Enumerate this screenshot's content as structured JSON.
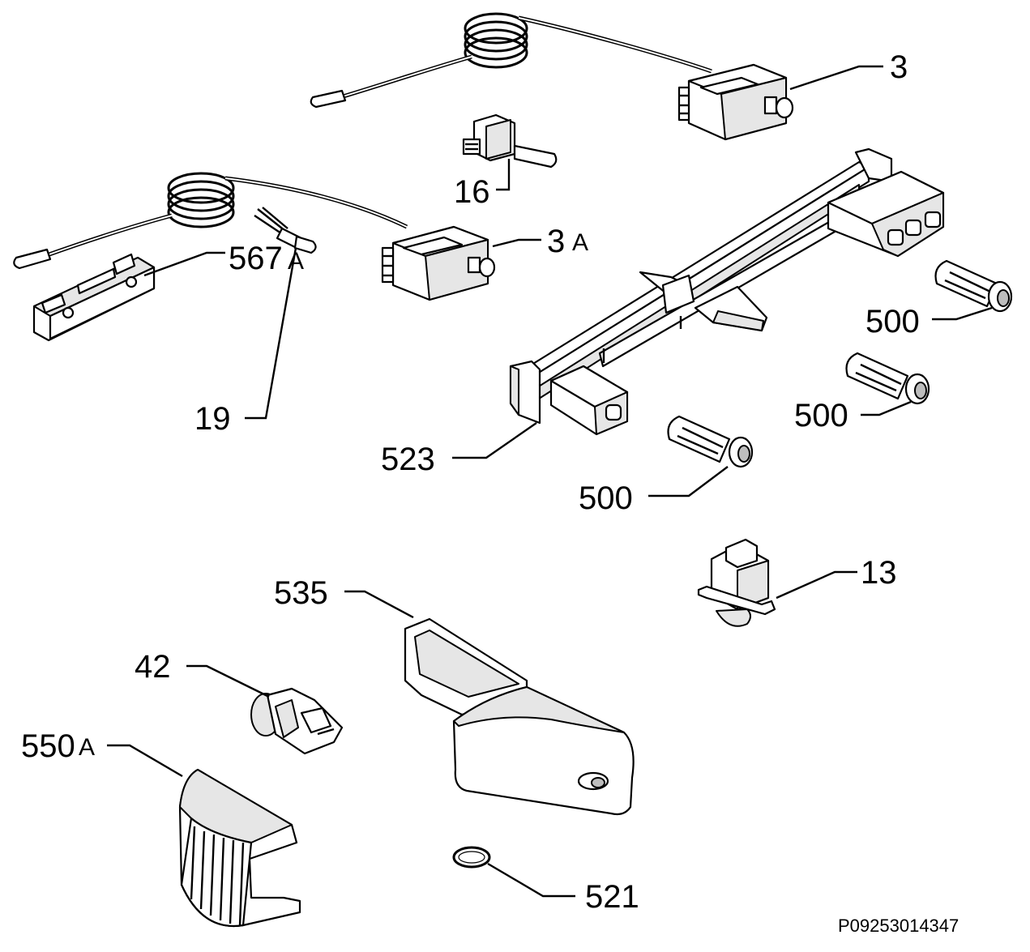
{
  "labels": {
    "p3": "3",
    "p16": "16",
    "p3a_num": "3",
    "p3a_letter": "A",
    "p567a_num": "567",
    "p567a_letter": "A",
    "p500_1": "500",
    "p500_2": "500",
    "p500_3": "500",
    "p19": "19",
    "p523": "523",
    "p13": "13",
    "p535": "535",
    "p42": "42",
    "p550a_num": "550",
    "p550a_letter": "A",
    "p521": "521"
  },
  "drawing_code": "P09253014347",
  "colors": {
    "line": "#000000",
    "background": "#ffffff"
  }
}
